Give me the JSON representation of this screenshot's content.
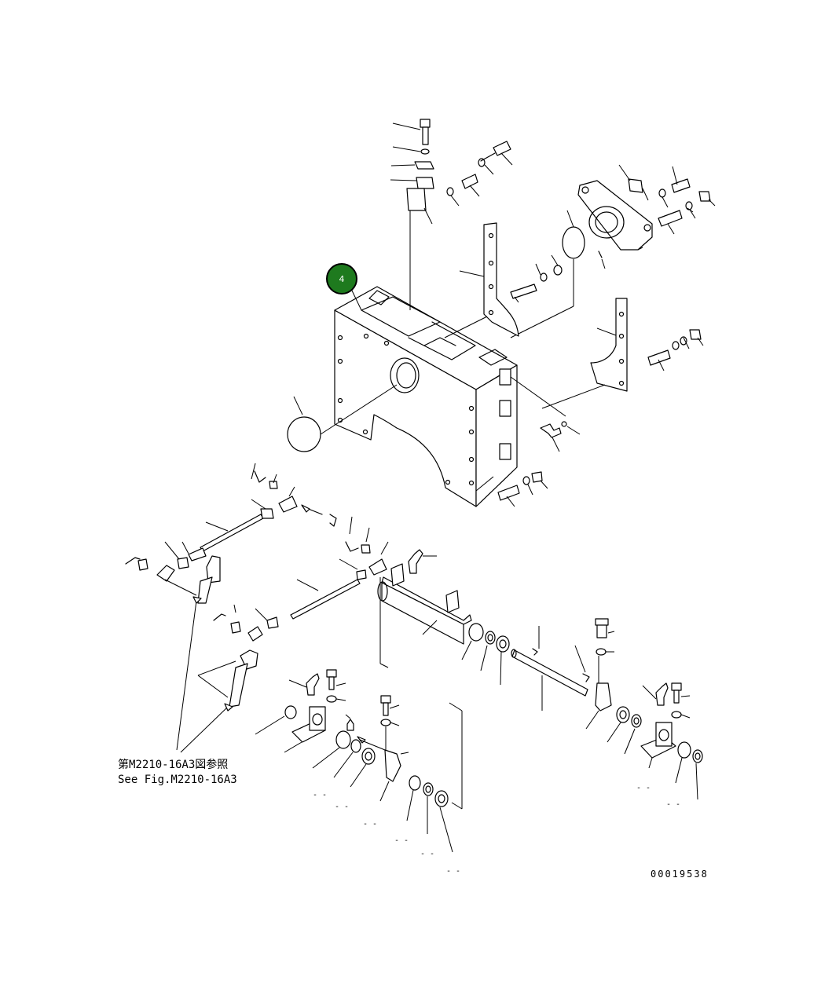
{
  "diagram": {
    "callout": {
      "label": "4",
      "color": "#1e7a1e"
    },
    "reference_note": {
      "jp": "第M2210-16A3図参照",
      "en": "See Fig.M2210-16A3"
    },
    "drawing_number": "00019538",
    "placeholder_marks": [
      "- -",
      "- -",
      "- -",
      "- -",
      "- -",
      "- -",
      "- -",
      "- -"
    ]
  }
}
